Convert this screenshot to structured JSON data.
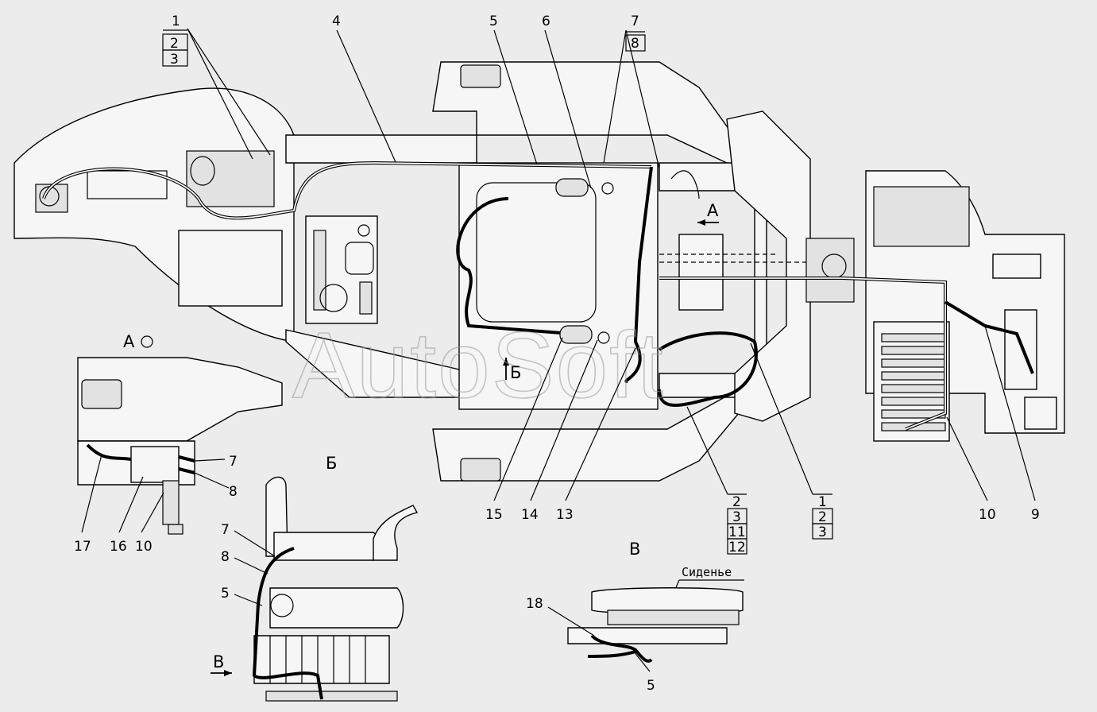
{
  "watermark": "AutoSoft",
  "view_labels": {
    "view_a": "А",
    "view_b": "Б",
    "view_v": "В",
    "arrow_a": "А",
    "arrow_b": "Б",
    "arrow_v": "В"
  },
  "seat_caption": "Сиденье",
  "callouts": {
    "top_stack_left": [
      "1",
      "2",
      "3"
    ],
    "top_4": "4",
    "top_5": "5",
    "top_6": "6",
    "top_stack_78": [
      "7",
      "8"
    ],
    "bottom_15": "15",
    "bottom_14": "14",
    "bottom_13": "13",
    "bottom_stack_a": [
      "2",
      "3",
      "11",
      "12"
    ],
    "bottom_stack_b": [
      "1",
      "2",
      "3"
    ],
    "bottom_10": "10",
    "bottom_9": "9",
    "detail_a_7": "7",
    "detail_a_8": "8",
    "detail_a_17": "17",
    "detail_a_16": "16",
    "detail_a_10": "10",
    "detail_b_7": "7",
    "detail_b_8": "8",
    "detail_b_5": "5",
    "detail_v_18": "18",
    "detail_v_5": "5"
  }
}
